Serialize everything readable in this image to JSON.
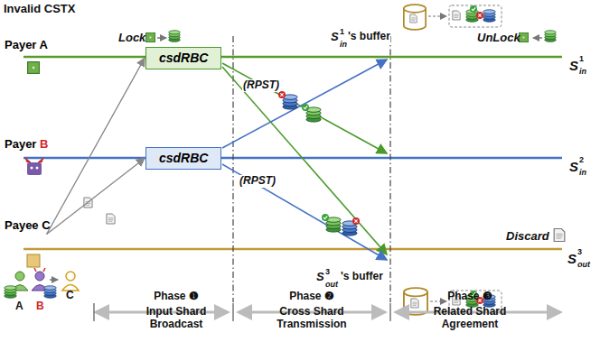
{
  "diagram": {
    "nodes": [
      {
        "text": [
          "Payer A"
        ]
      },
      {
        "text": [
          "Payer",
          "B"
        ]
      },
      {
        "text": [
          "Payee C"
        ]
      },
      {
        "text": [
          "csdRBC"
        ]
      },
      {
        "text": [
          "csdRBC"
        ]
      }
    ],
    "edges": [
      {
        "from": 2,
        "to": 3,
        "arrow": "to"
      },
      {
        "from": 2,
        "to": 4,
        "arrow": "to"
      }
    ],
    "labels": [
      "Invalid CSTX",
      "Lock",
      "UnLock",
      "(RPST)",
      "(RPST)",
      "S",
      "1",
      "in",
      "S",
      "2",
      "in",
      "S",
      "3",
      "out",
      "S",
      "1",
      "in",
      "'s buffer",
      "S",
      "3",
      "out",
      "'s buffer",
      "Discard",
      "A",
      "B",
      "C",
      "Phase ❶",
      "Input Shard Broadcast",
      "Phase ❷",
      "Cross Shard Transmission",
      "Phase ❸",
      "Related Shard Agreement"
    ]
  }
}
